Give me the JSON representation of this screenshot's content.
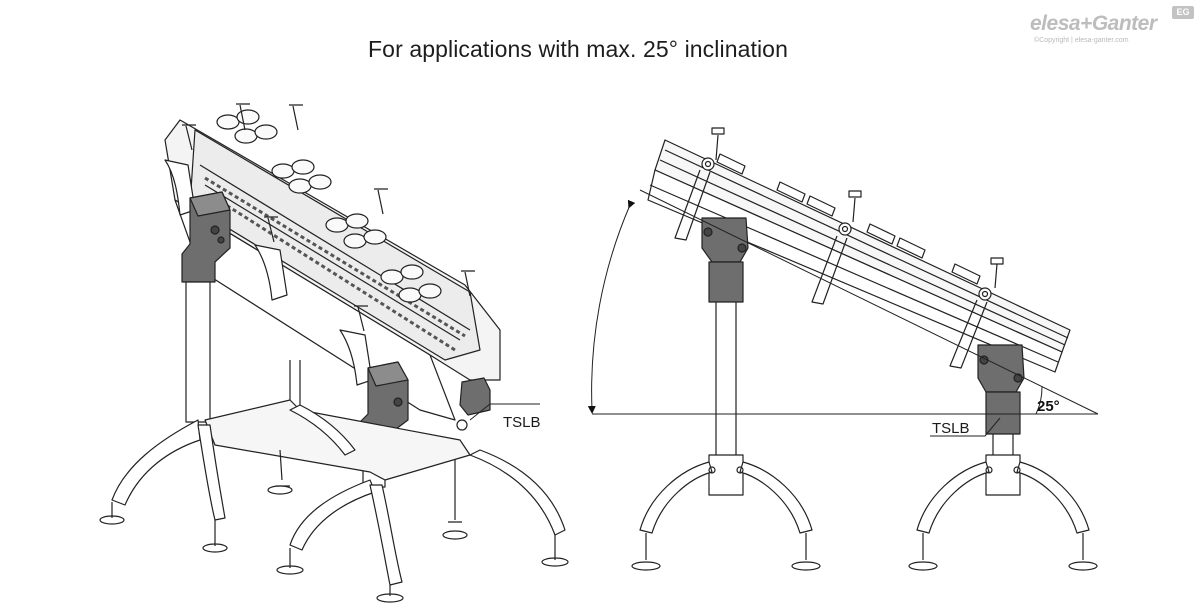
{
  "title": "For applications with max. 25° inclination",
  "brand": {
    "name": "elesa+Ganter",
    "badge": "EG",
    "copyright": "©Copyright | elesa-ganter.com"
  },
  "left_view": {
    "callout": "TSLB"
  },
  "right_view": {
    "callout": "TSLB",
    "angle_label": "25°"
  },
  "colors": {
    "line": "#222222",
    "clamp": "#7a7a7a",
    "clamp_dark": "#555555",
    "brand": "#bdbdbd"
  }
}
